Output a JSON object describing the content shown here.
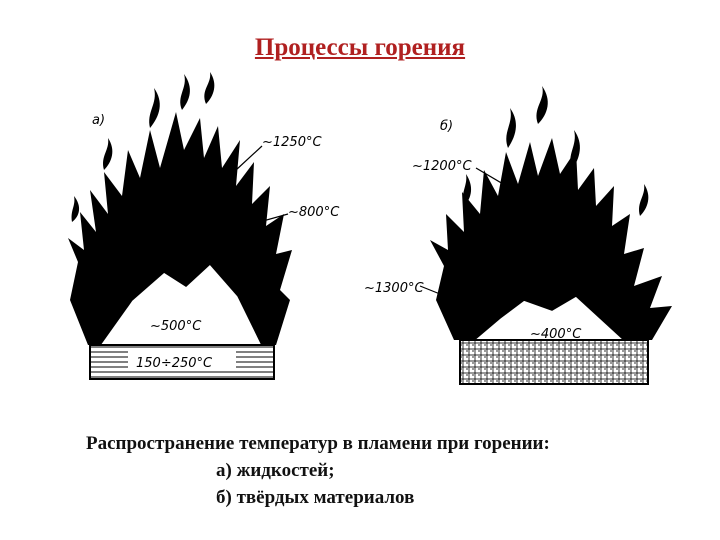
{
  "title": "Процессы горения",
  "panel_a": {
    "label": "а)",
    "temp_top": "~1250°С",
    "temp_mid": "~800°С",
    "temp_low": "~500°С",
    "temp_liquid": "150÷250°С"
  },
  "panel_b": {
    "label": "б)",
    "temp_top": "~1200°С",
    "temp_side": "~1300°С",
    "temp_surface": "~400°С"
  },
  "caption": {
    "line1": "Распространение температур в пламени при горении:",
    "line2": "а) жидкостей;",
    "line3": "б) твёрдых материалов"
  }
}
